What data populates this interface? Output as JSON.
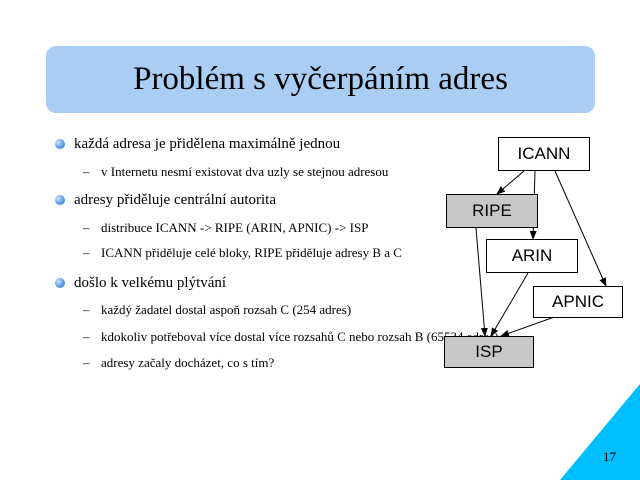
{
  "slide": {
    "title": "Problém s vyčerpáním adres",
    "page_number": "17",
    "bullets": [
      {
        "text": "každá adresa je přidělena maximálně jednou",
        "sub": [
          "v Internetu nesmí existovat dva uzly se stejnou adresou"
        ]
      },
      {
        "text": "adresy přiděluje centrální autorita",
        "sub": [
          "distribuce ICANN -> RIPE (ARIN, APNIC) -> ISP",
          "ICANN přiděluje celé bloky, RIPE přiděluje adresy B a C"
        ]
      },
      {
        "text": "došlo k velkému plýtvání",
        "sub": [
          "každý žadatel dostal aspoň rozsah C (254 adres)",
          "kdokoliv potřeboval více dostal více rozsahů C nebo rozsah B (65534 adres)",
          "adresy začaly docházet, co s tím?"
        ]
      }
    ]
  },
  "diagram": {
    "nodes": {
      "icann": "ICANN",
      "ripe": "RIPE",
      "arin": "ARIN",
      "apnic": "APNIC",
      "isp": "ISP"
    }
  },
  "colors": {
    "title_background": "#a9cdf3",
    "bullet": "#4a90e2",
    "corner": "#00bfff",
    "node_gray": "#c8c8c8"
  }
}
